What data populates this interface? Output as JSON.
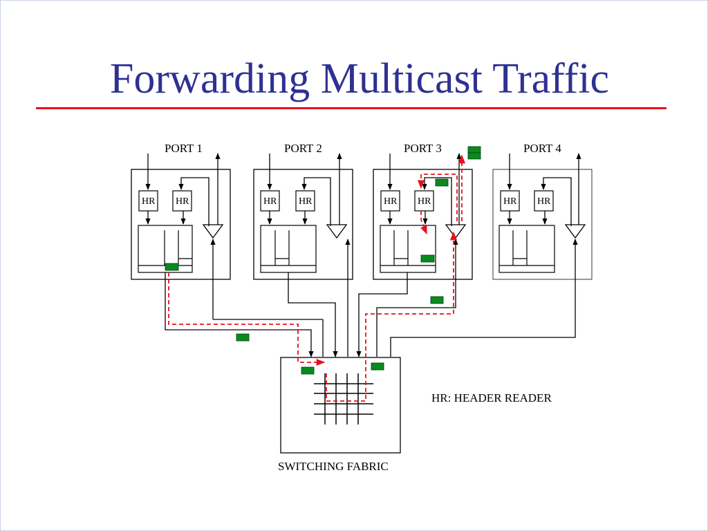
{
  "slide": {
    "title": "Forwarding Multicast Traffic"
  },
  "diagram": {
    "ports": [
      {
        "label": "PORT 1",
        "hr_labels": [
          "HR",
          "HR"
        ]
      },
      {
        "label": "PORT 2",
        "hr_labels": [
          "HR",
          "HR"
        ]
      },
      {
        "label": "PORT 3",
        "hr_labels": [
          "HR",
          "HR"
        ]
      },
      {
        "label": "PORT 4",
        "hr_labels": [
          "HR",
          "HR"
        ]
      }
    ],
    "fabric_label": "SWITCHING FABRIC",
    "legend": "HR: HEADER READER",
    "colors": {
      "title": "#2e3192",
      "rule": "#e8101c",
      "path": "#e8101c",
      "packet": "#0a8a1e"
    }
  }
}
